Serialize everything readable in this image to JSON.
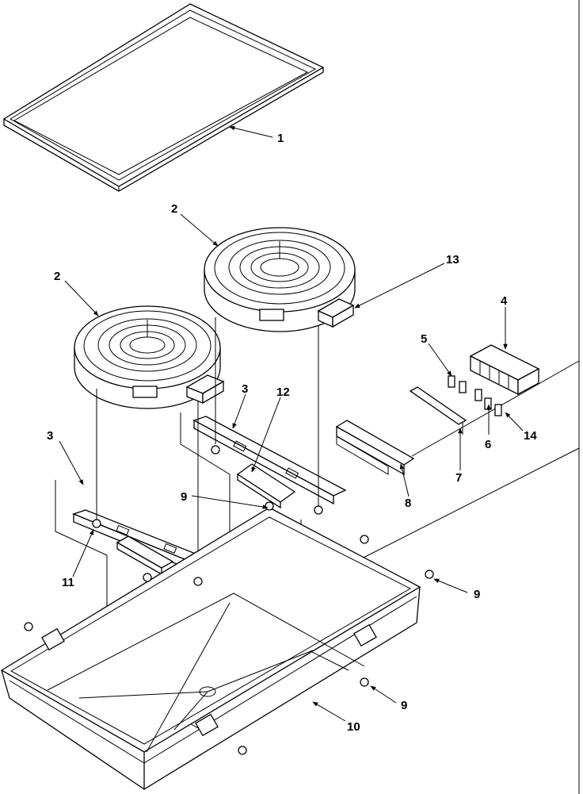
{
  "callouts": {
    "c1": "1",
    "c2a": "2",
    "c2b": "2",
    "c3a": "3",
    "c3b": "3",
    "c4": "4",
    "c5": "5",
    "c6": "6",
    "c7": "7",
    "c8": "8",
    "c9a": "9",
    "c9b": "9",
    "c9c": "9",
    "c10": "10",
    "c11": "11",
    "c12": "12",
    "c13": "13",
    "c14": "14"
  },
  "colors": {
    "line": "#000000",
    "background": "#ffffff"
  }
}
